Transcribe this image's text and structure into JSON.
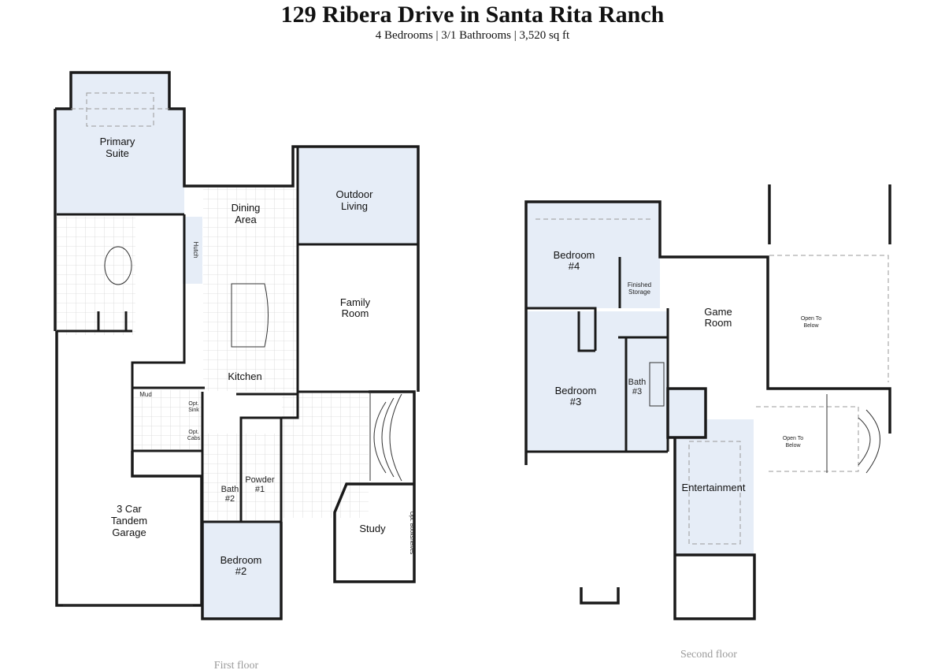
{
  "header": {
    "title": "129 Ribera Drive in Santa Rita Ranch",
    "subtitle": "4 Bedrooms | 3/1 Bathrooms | 3,520 sq ft"
  },
  "first_floor": {
    "caption": "First floor",
    "rooms": {
      "primary_suite": [
        "Primary",
        "Suite"
      ],
      "dining_area": [
        "Dining",
        "Area"
      ],
      "outdoor_living": [
        "Outdoor",
        "Living"
      ],
      "family_room": [
        "Family",
        "Room"
      ],
      "kitchen": "Kitchen",
      "hutch": "Hutch",
      "mud": "Mud",
      "opt_sink": [
        "Opt.",
        "Sink"
      ],
      "opt_cabs": [
        "Opt.",
        "Cabs"
      ],
      "garage": [
        "3 Car",
        "Tandem",
        "Garage"
      ],
      "bath2": [
        "Bath",
        "#2"
      ],
      "powder1": [
        "Powder",
        "#1"
      ],
      "bedroom2": [
        "Bedroom",
        "#2"
      ],
      "study": "Study",
      "opt_bookshelves": "Opt. Bookshelves"
    }
  },
  "second_floor": {
    "caption": "Second floor",
    "rooms": {
      "bedroom4": [
        "Bedroom",
        "#4"
      ],
      "finished_storage": [
        "Finished",
        "Storage"
      ],
      "game_room": [
        "Game",
        "Room"
      ],
      "open_to_below_1": [
        "Open To",
        "Below"
      ],
      "bedroom3": [
        "Bedroom",
        "#3"
      ],
      "bath3": [
        "Bath",
        "#3"
      ],
      "open_to_below_2": [
        "Open To",
        "Below"
      ],
      "entertainment": "Entertainment"
    }
  },
  "colors": {
    "room_fill": "#e6edf7",
    "wall": "#1a1a1a",
    "caption": "#9a9a9a"
  }
}
